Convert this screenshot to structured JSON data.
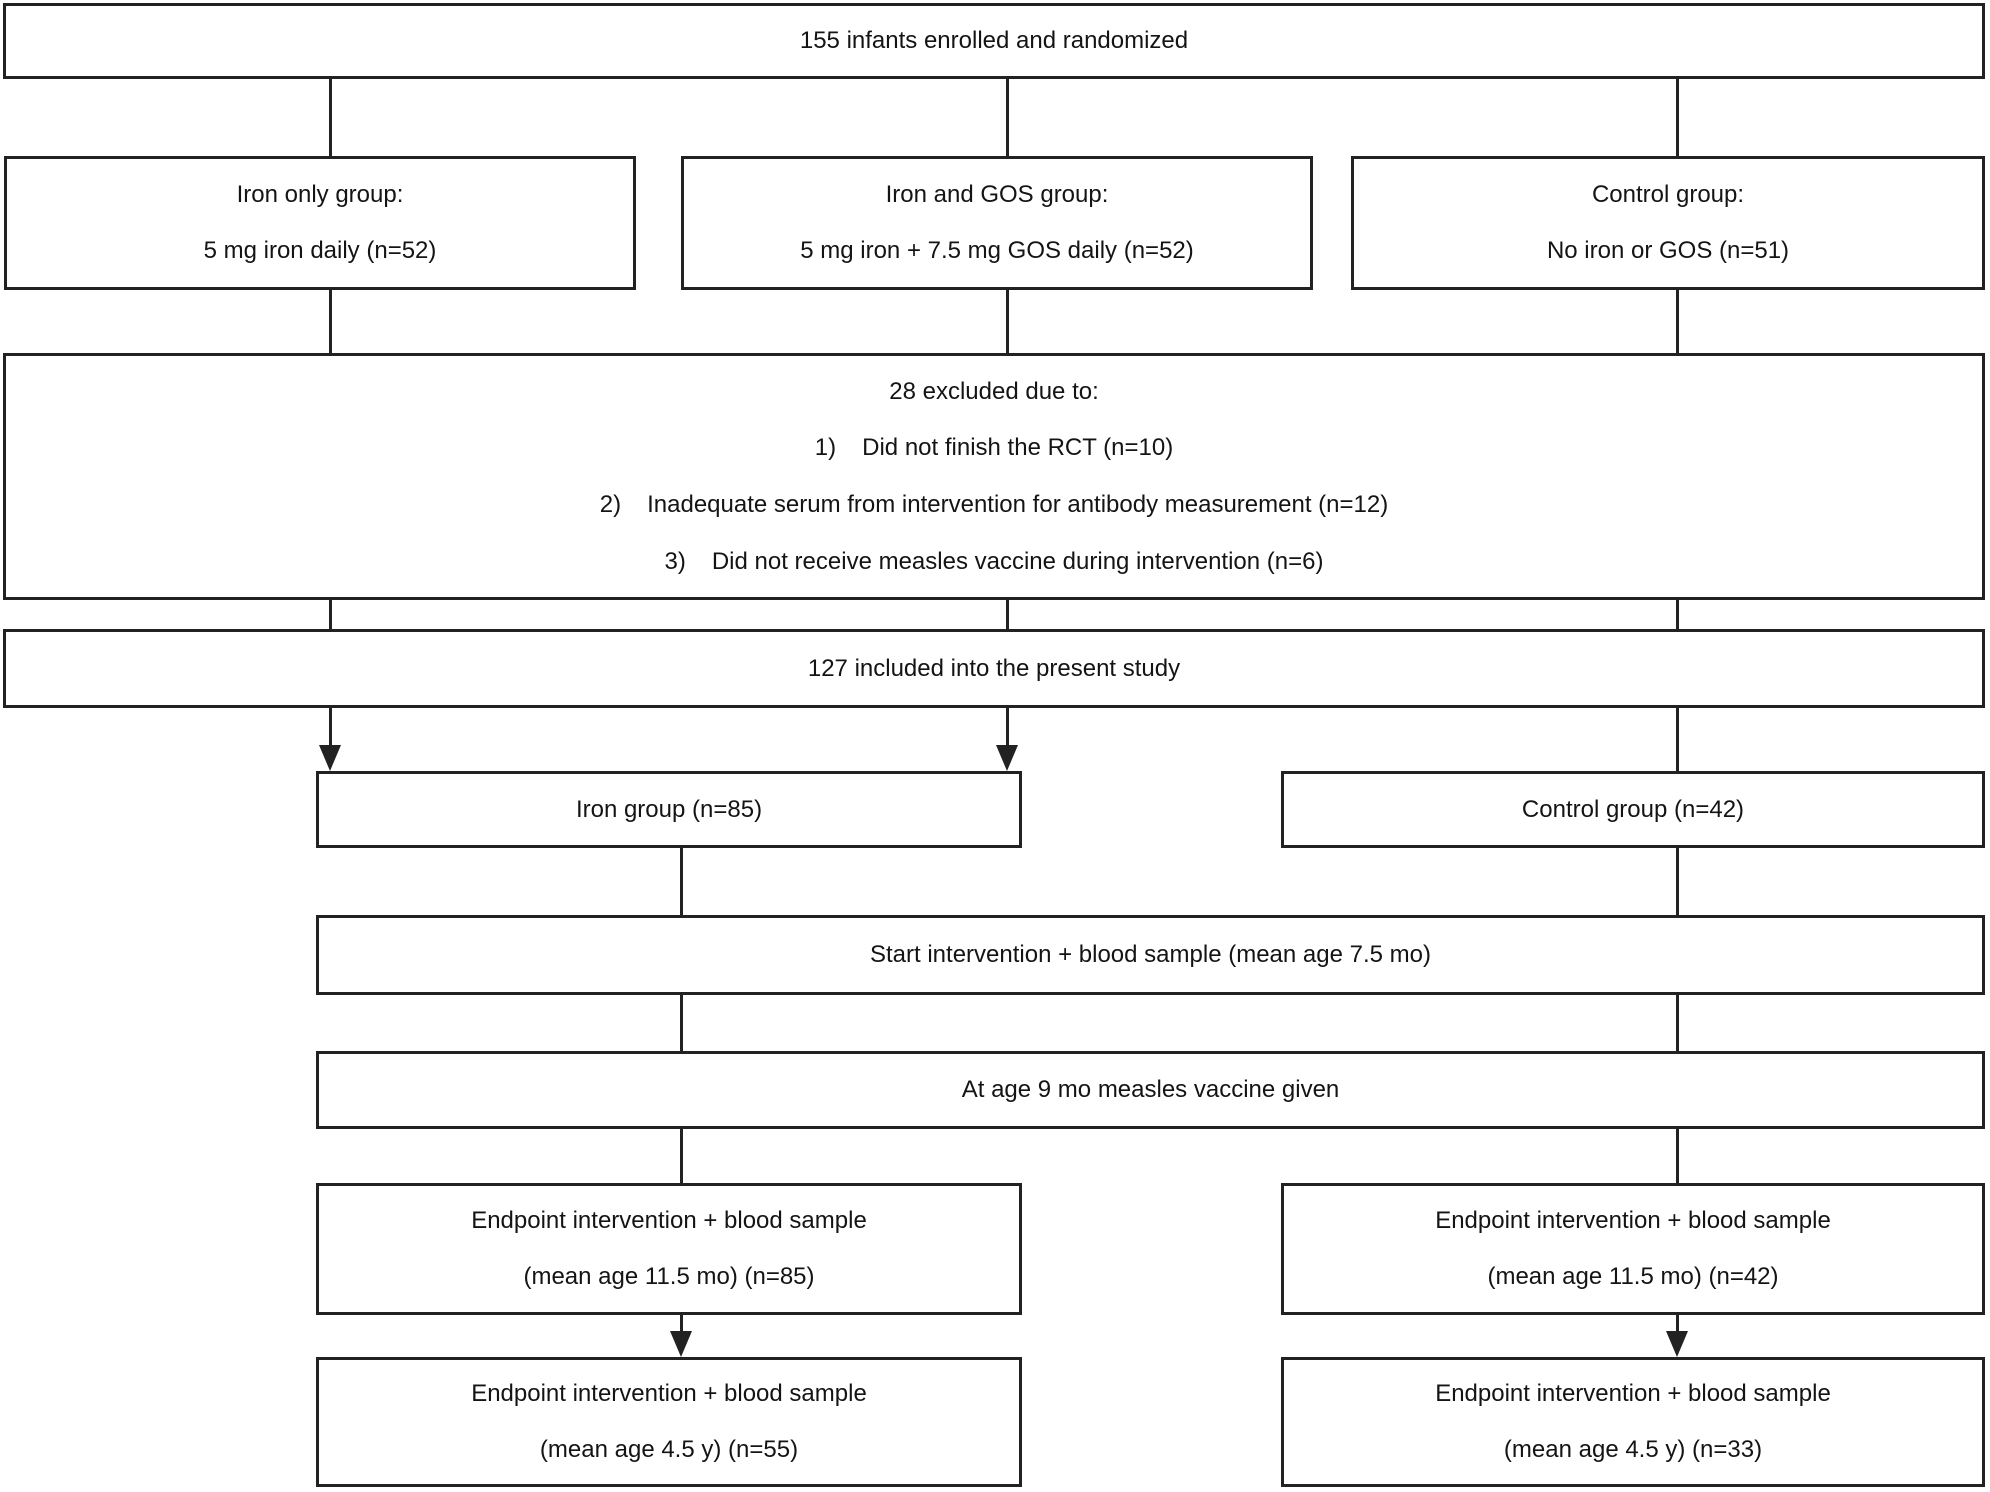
{
  "colors": {
    "border": "#222222",
    "text": "#141414",
    "background": "#ffffff"
  },
  "flow": {
    "enrolled_label": "155 infants enrolled and randomized",
    "groups": [
      {
        "line1": "Iron only group:",
        "line2": "5 mg iron daily (n=52)"
      },
      {
        "line1": "Iron and GOS group:",
        "line2": "5 mg iron + 7.5 mg GOS daily (n=52)"
      },
      {
        "line1": "Control group:",
        "line2": "No iron or GOS (n=51)"
      }
    ],
    "exclusion": {
      "title": "28 excluded due to:",
      "items": [
        {
          "num": "1)",
          "text": "Did not finish the RCT (n=10)"
        },
        {
          "num": "2)",
          "text": "Inadequate serum from intervention for antibody measurement (n=12)"
        },
        {
          "num": "3)",
          "text": "Did not receive measles vaccine during intervention (n=6)"
        }
      ]
    },
    "included_label": "127 included into the present study",
    "iron_group_label": "Iron group (n=85)",
    "control_group_label": "Control group (n=42)",
    "start_label": "Start intervention + blood sample (mean age 7.5 mo)",
    "vaccine_label": "At age 9 mo measles vaccine given",
    "endpoint_iron_11mo": {
      "line1": "Endpoint intervention + blood sample",
      "line2": "(mean age 11.5 mo) (n=85)"
    },
    "endpoint_control_11mo": {
      "line1": "Endpoint intervention + blood sample",
      "line2": "(mean age 11.5 mo) (n=42)"
    },
    "endpoint_iron_4y": {
      "line1": "Endpoint intervention + blood sample",
      "line2": "(mean age 4.5 y) (n=55)"
    },
    "endpoint_control_4y": {
      "line1": "Endpoint intervention + blood sample",
      "line2": "(mean age 4.5 y) (n=33)"
    }
  }
}
